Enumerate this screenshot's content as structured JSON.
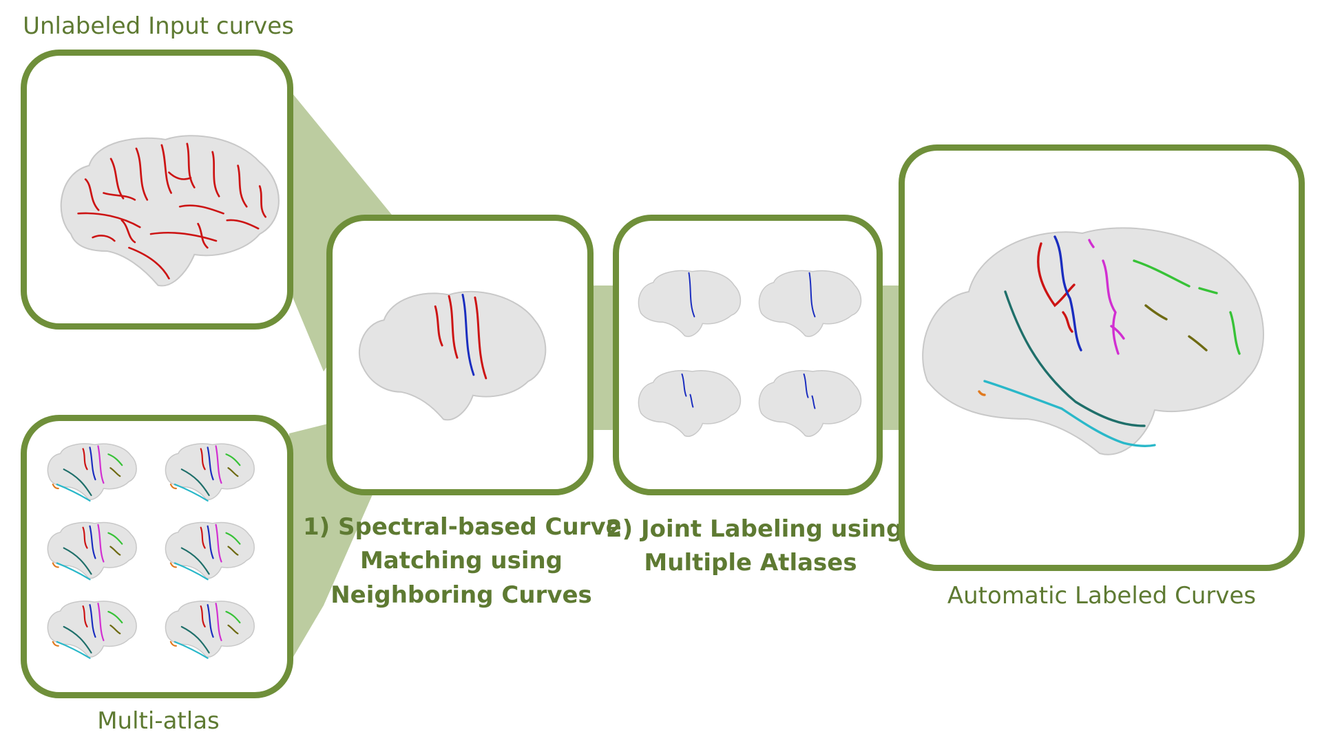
{
  "labels": {
    "input": "Unlabeled Input curves",
    "atlas": "Multi-atlas",
    "step1_line1": "1) Spectral-based Curve",
    "step1_line2": "Matching using",
    "step1_line3": "Neighboring Curves",
    "step2_line1": "2) Joint Labeling using",
    "step2_line2": "Multiple Atlases",
    "output": "Automatic Labeled Curves"
  },
  "colors": {
    "frame": "#6f8f3a",
    "connector": "#bccca0",
    "text": "#5e7a32",
    "brain": "#e4e4e4",
    "unlabeled_curve": "#cc1414",
    "labels": [
      "#cc1414",
      "#1a2dbf",
      "#d12fd1",
      "#37c237",
      "#6e6a12",
      "#1f6f6a",
      "#2ab8c9",
      "#e07a20"
    ]
  }
}
